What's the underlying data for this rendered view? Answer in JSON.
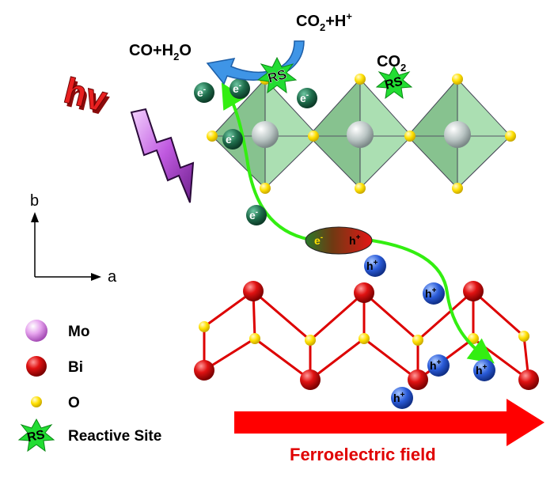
{
  "reaction": {
    "product_left": "CO+H",
    "product_left_sub": "2",
    "product_left_tail": "O",
    "reactant_right": "CO",
    "reactant_right_sub": "2",
    "reactant_right_tail": "+H",
    "reactant_right_sup": "+",
    "adsorbed": "CO",
    "adsorbed_sub": "2"
  },
  "light": {
    "label": "hv"
  },
  "reactive_site": {
    "abbr": "RS"
  },
  "charges": {
    "electron": "e",
    "electron_sup": "-",
    "hole": "h",
    "hole_sup": "+"
  },
  "axes": {
    "b": "b",
    "a": "a"
  },
  "legend": {
    "items": [
      {
        "label": "Mo",
        "color": "#dd88e8"
      },
      {
        "label": "Bi",
        "color": "#dd1111"
      },
      {
        "label": "O",
        "color": "#ffe000"
      },
      {
        "label": "Reactive Site",
        "color": "#22dd33"
      }
    ]
  },
  "field": {
    "label": "Ferroelectric field",
    "color": "#ff0000"
  },
  "colors": {
    "octahedra": "#7fc987",
    "bond": "#dd0000",
    "electron_ball": "#1f6e4c",
    "hole_ball": "#2a5bd8",
    "path": "#33ee11",
    "arrow_blue": "#3f95e6"
  }
}
